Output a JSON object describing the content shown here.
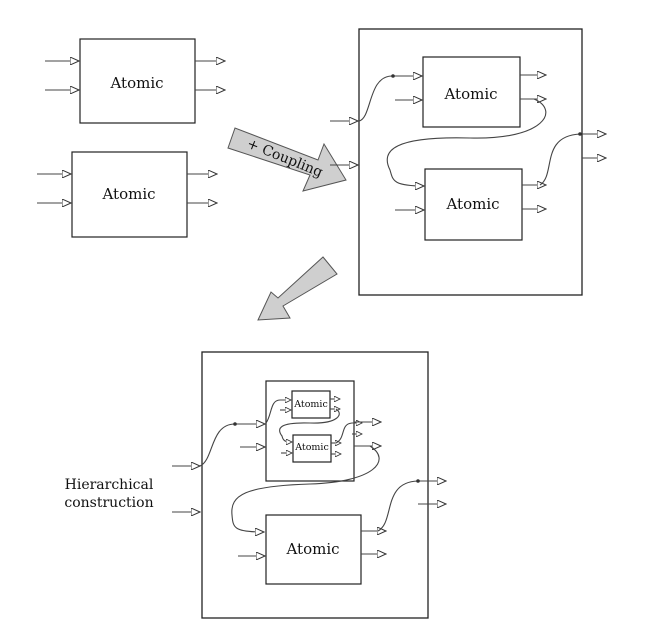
{
  "diagram": {
    "atomic_label": "Atomic",
    "coupling_label": "+ Coupling",
    "hierarchical_label_line1": "Hierarchical",
    "hierarchical_label_line2": "construction",
    "colors": {
      "stroke": "#222222",
      "arrow_fill": "#cfcfcf",
      "wire": "#444444"
    }
  }
}
